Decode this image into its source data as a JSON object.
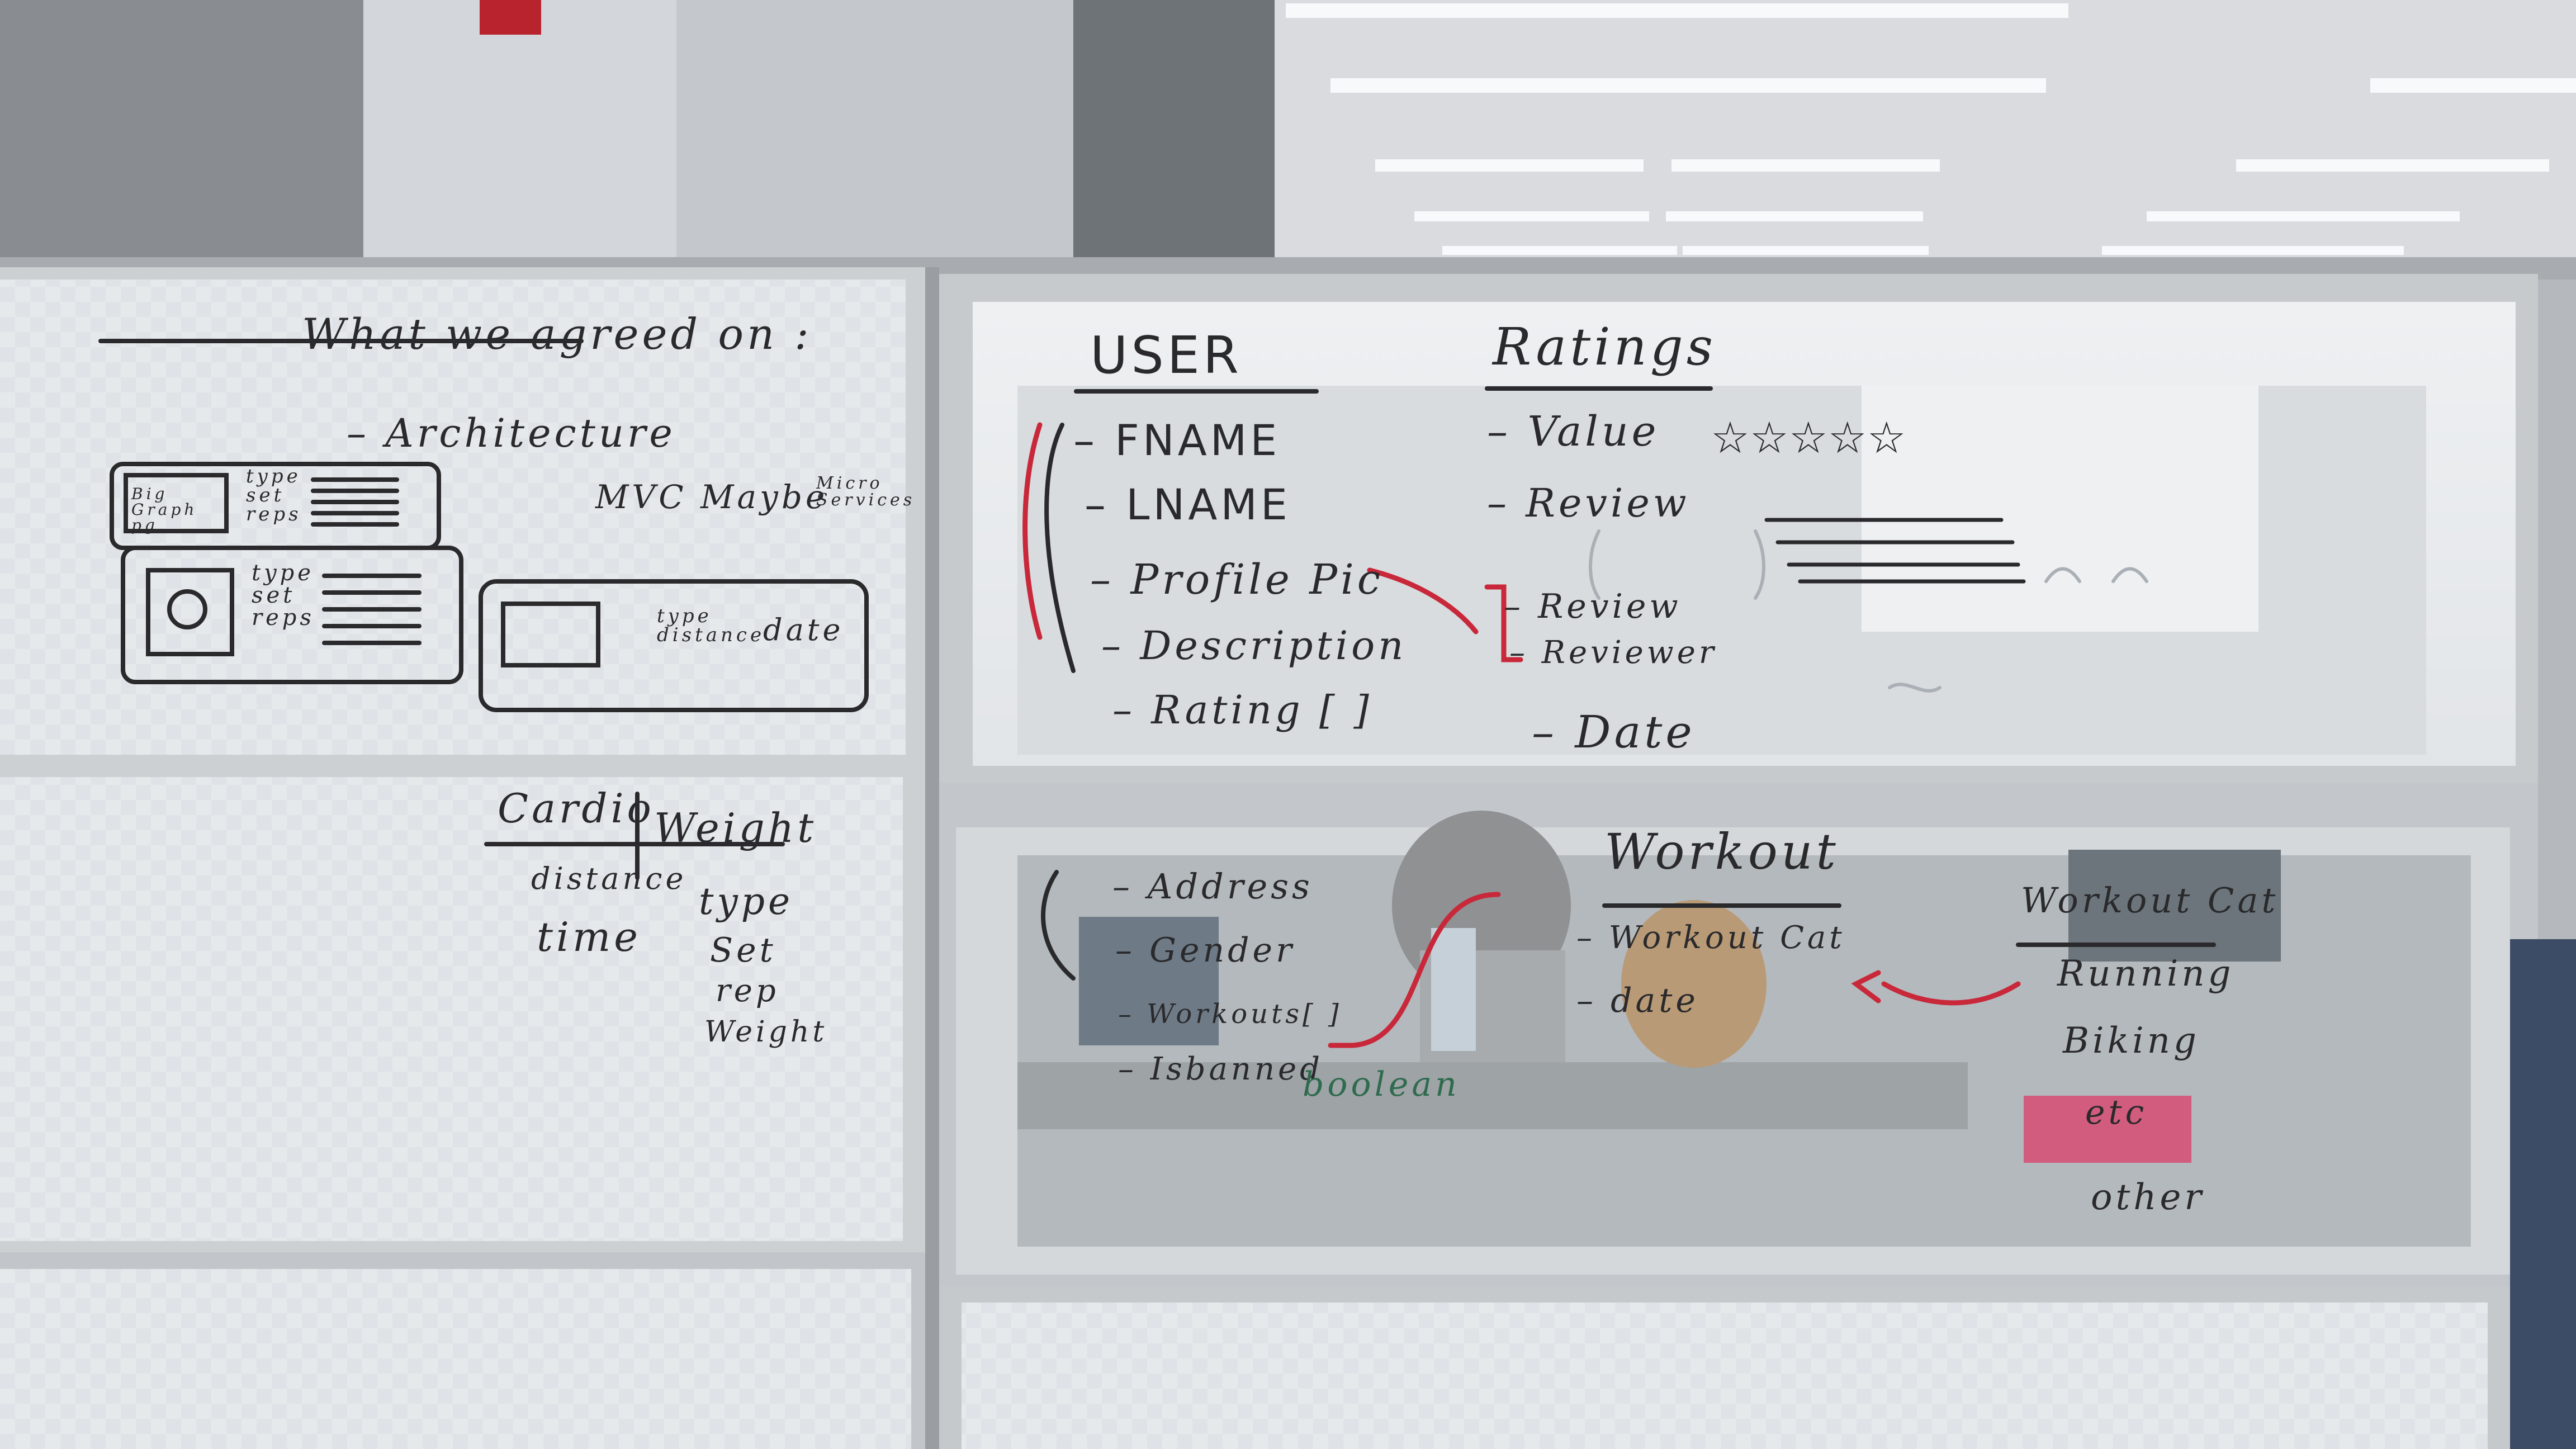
{
  "scene": {
    "description_colors": {
      "wall": "#c9ccd0",
      "ceiling": "#d8dade",
      "frame": "#c8ccd0",
      "glass": "#e8ebee",
      "marker_black": "#2a2a2c",
      "marker_red": "#c8283a",
      "marker_green": "#2f6b4e"
    }
  },
  "board_left_top": {
    "heading": "What we agreed on :",
    "architecture": "– Architecture",
    "mvc": "MVC Maybe",
    "micro": "Micro Services",
    "card1_label": "Big Graph pg",
    "card1_fields": "type set reps",
    "card2_fields": "type set reps",
    "card3_fields": "type distance",
    "card3_date": "date"
  },
  "board_left_bottom": {
    "col1_head": "Cardio",
    "col2_head": "Weight",
    "col1_items": [
      "distance",
      "time"
    ],
    "col2_items": [
      "type",
      "Set",
      "rep",
      "Weight"
    ]
  },
  "board_user": {
    "heading": "USER",
    "fields": [
      "– FNAME",
      "– LNAME",
      "– Profile Pic",
      "– Description",
      "– Rating [ ]"
    ]
  },
  "board_ratings": {
    "heading": "Ratings",
    "value": "– Value",
    "stars": "☆☆☆☆☆",
    "review": "– Review",
    "sub_review": "– Review",
    "reviewer": "– Reviewer",
    "date": "– Date"
  },
  "board_bottom_center": {
    "address": "– Address",
    "gender": "– Gender",
    "workouts": "– Workouts[ ]",
    "isbanned": "– Isbanned",
    "boolean": "boolean",
    "workout_head": "Workout",
    "workout_cat_field": "– Workout Cat",
    "date_field": "– date",
    "workout_cat_head": "Workout Cat",
    "categories": [
      "Running",
      "Biking",
      "etc",
      "other"
    ]
  }
}
